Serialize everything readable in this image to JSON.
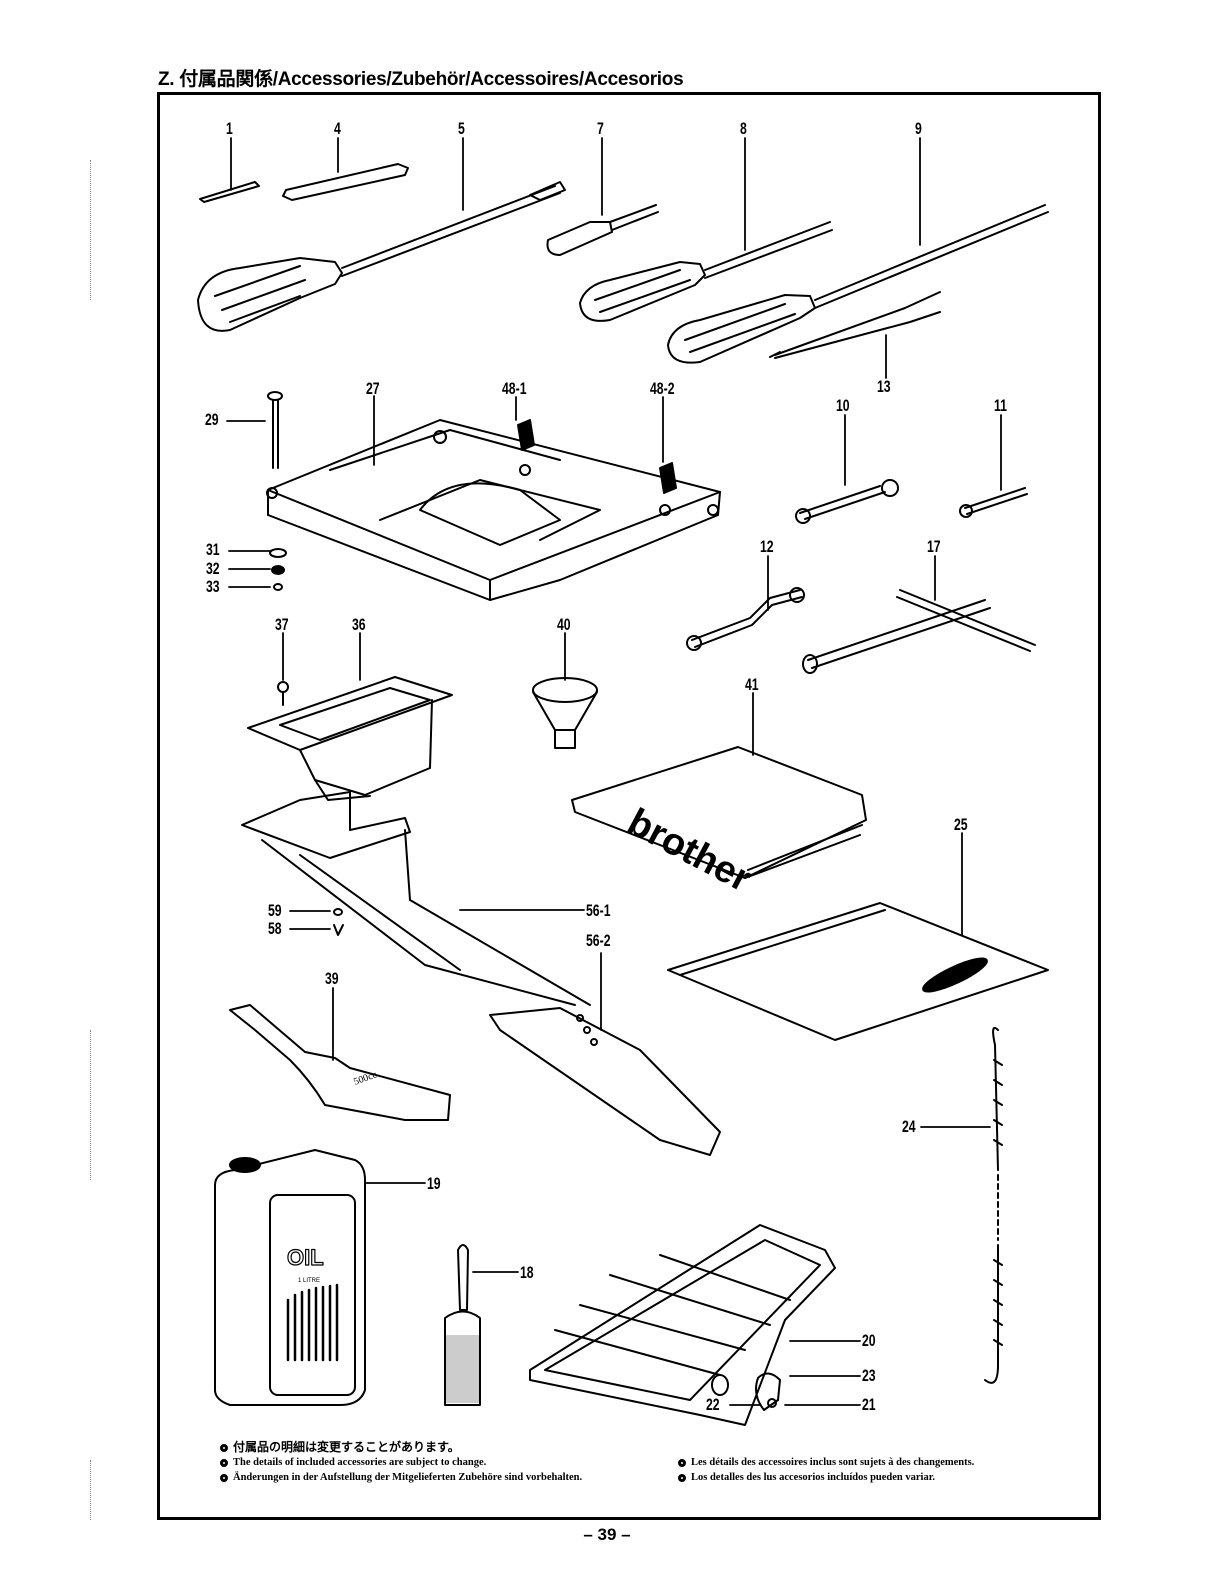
{
  "page": {
    "title": "Z. 付属品関係/Accessories/Zubehör/Accessoires/Accesorios",
    "page_number": "– 39 –"
  },
  "callouts": {
    "p1": "1",
    "p4": "4",
    "p5": "5",
    "p7": "7",
    "p8": "8",
    "p9": "9",
    "p13": "13",
    "p10": "10",
    "p11": "11",
    "p29": "29",
    "p27": "27",
    "p48_1": "48-1",
    "p48_2": "48-2",
    "p31": "31",
    "p32": "32",
    "p33": "33",
    "p12": "12",
    "p17": "17",
    "p37": "37",
    "p36": "36",
    "p40": "40",
    "p41": "41",
    "p25": "25",
    "p59": "59",
    "p58": "58",
    "p56_1": "56-1",
    "p56_2": "56-2",
    "p39": "39",
    "p24": "24",
    "p19": "19",
    "p18": "18",
    "p20": "20",
    "p23": "23",
    "p22": "22",
    "p21": "21"
  },
  "product_marks": {
    "cover_logo": "brother",
    "mat_logo": "brother",
    "oil_can_label": "OIL",
    "oil_can_sub": "1 LITRE",
    "oiler_volume": "500cc"
  },
  "notes": {
    "left": [
      "付属品の明細は変更することがあります。",
      "The details of included accessories are subject to change.",
      "Änderungen in der Aufstellung der Mitgelieferten Zubehöre sind vorbehalten."
    ],
    "right": [
      "Les détails des accessoires inclus sont sujets à des changements.",
      "Los detalles des lus accesorios incluídos pueden variar."
    ]
  }
}
